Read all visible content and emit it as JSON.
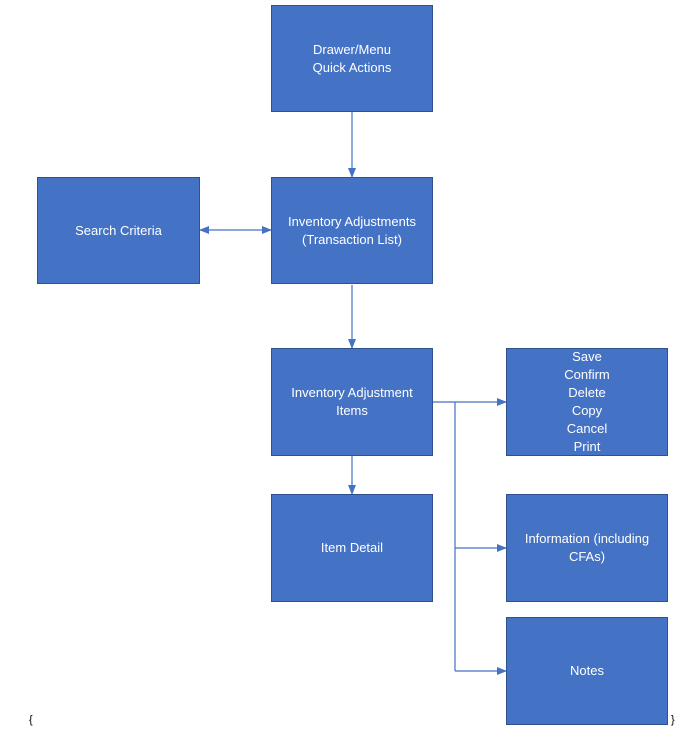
{
  "nodes": {
    "drawer": [
      "Drawer/Menu",
      "Quick Actions"
    ],
    "search": [
      "Search Criteria"
    ],
    "inventory": [
      "Inventory Adjustments",
      "(Transaction List)"
    ],
    "items": [
      "Inventory Adjustment",
      "Items"
    ],
    "actions": [
      "Save",
      "Confirm",
      "Delete",
      "Copy",
      "Cancel",
      "Print"
    ],
    "detail": [
      "Item Detail"
    ],
    "info": [
      "Information (including",
      "CFAs)"
    ],
    "notes": [
      "Notes"
    ]
  },
  "edges": [
    {
      "from": "drawer",
      "to": "inventory",
      "direction": "forward"
    },
    {
      "from": "search",
      "to": "inventory",
      "direction": "both"
    },
    {
      "from": "inventory",
      "to": "items",
      "direction": "forward"
    },
    {
      "from": "items",
      "to": "detail",
      "direction": "forward"
    },
    {
      "from": "items",
      "to": "actions",
      "direction": "forward"
    },
    {
      "from": "items",
      "to": "info",
      "direction": "forward"
    },
    {
      "from": "items",
      "to": "notes",
      "direction": "forward"
    }
  ],
  "colors": {
    "box_fill": "#4472c4",
    "box_border": "#2f528f",
    "connector": "#4472c4",
    "text": "#ffffff"
  },
  "footer": {
    "left_mark": "{",
    "right_mark": "}"
  }
}
